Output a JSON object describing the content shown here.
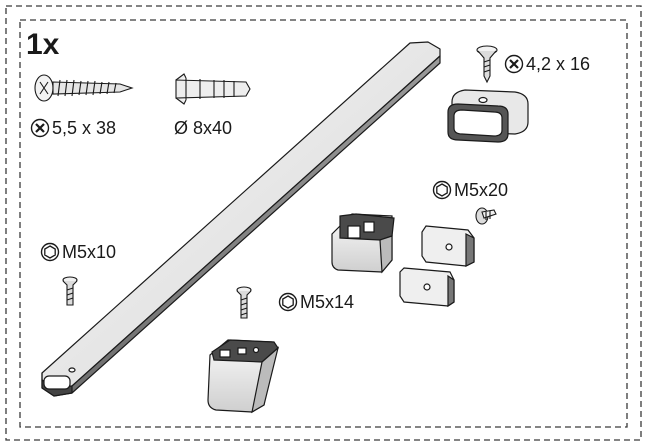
{
  "quantity_label": "1x",
  "parts": {
    "wood_screw": {
      "label": "5,5 x 38",
      "drive_icon": "torx-drive-icon"
    },
    "wall_plug": {
      "label": "Ø 8x40"
    },
    "small_screw": {
      "label": "4,2 x 16",
      "drive_icon": "torx-drive-icon"
    },
    "bolt_m5x10": {
      "label": "M5x10",
      "drive_icon": "hex-socket-icon"
    },
    "bolt_m5x14": {
      "label": "M5x14",
      "drive_icon": "hex-socket-icon"
    },
    "bolt_m5x20": {
      "label": "M5x20",
      "drive_icon": "hex-socket-icon"
    }
  },
  "colors": {
    "line": "#1a1a1a",
    "fill_light": "#f2f2f2",
    "fill_mid": "#d9d9d9",
    "fill_dark": "#8c8c8c"
  }
}
